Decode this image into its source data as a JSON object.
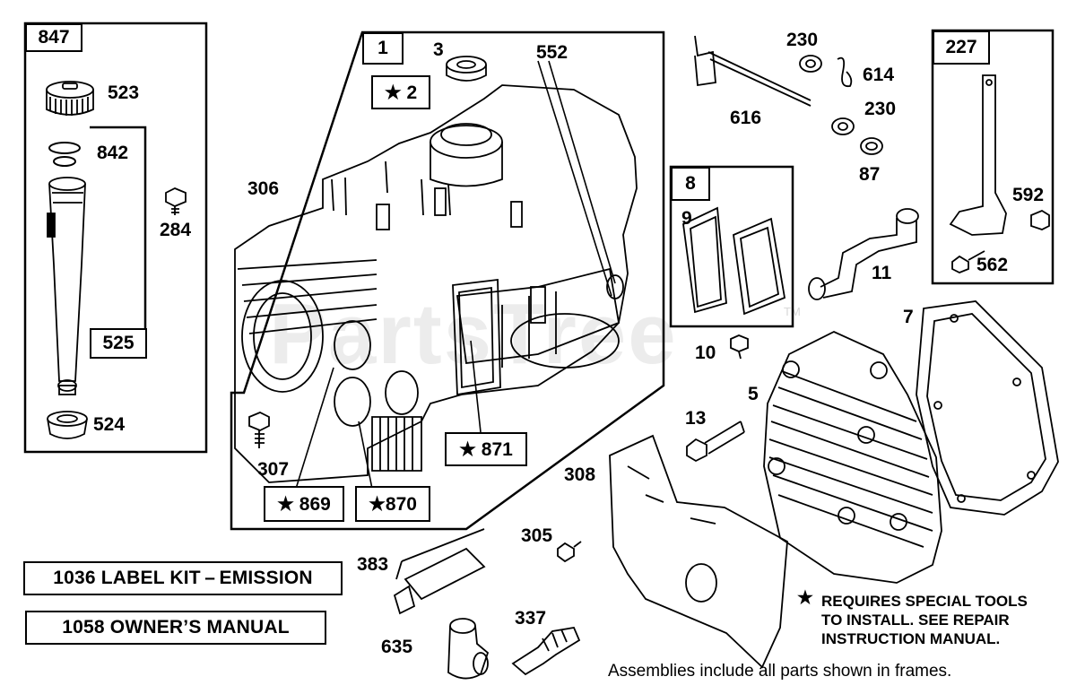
{
  "watermark": {
    "text": "PartsTree",
    "tm": "TM"
  },
  "frames": {
    "f847": "847",
    "f525": "525",
    "f1": "1",
    "f8": "8",
    "f227": "227"
  },
  "star_parts": {
    "s2": "★ 2",
    "s871": "★ 871",
    "s869": "★ 869",
    "s870": "★870"
  },
  "part_numbers": {
    "p523": "523",
    "p842": "842",
    "p284": "284",
    "p524": "524",
    "p3": "3",
    "p552": "552",
    "p306": "306",
    "p307": "307",
    "p230a": "230",
    "p614": "614",
    "p616": "616",
    "p230b": "230",
    "p87": "87",
    "p9": "9",
    "p592": "592",
    "p562": "562",
    "p11": "11",
    "p7": "7",
    "p10": "10",
    "p5": "5",
    "p13": "13",
    "p308": "308",
    "p305": "305",
    "p383": "383",
    "p337": "337",
    "p635": "635"
  },
  "kits": {
    "label_kit": "1036 LABEL KIT – EMISSION",
    "owners_manual": "1058 OWNER’S MANUAL"
  },
  "note": {
    "star": "★",
    "line1": "REQUIRES SPECIAL TOOLS",
    "line2": "TO INSTALL.  SEE REPAIR",
    "line3": "INSTRUCTION MANUAL."
  },
  "footer": "Assemblies include all parts shown in frames."
}
